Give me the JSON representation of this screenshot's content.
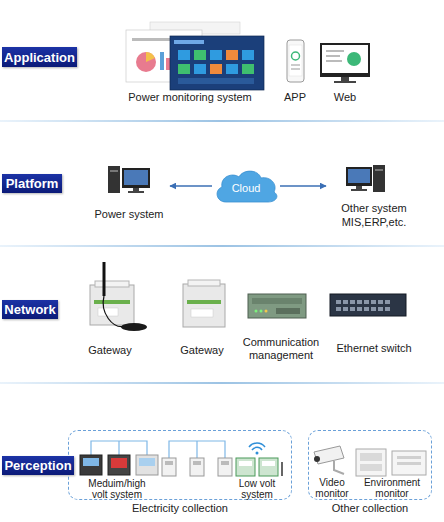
{
  "diagram": {
    "nodes": [
      {
        "text": [
          "Application"
        ]
      },
      {
        "text": [
          "Platform"
        ]
      },
      {
        "text": [
          "Power system"
        ]
      },
      {
        "text": [
          "Cloud"
        ]
      },
      {
        "text": [
          "Other system MIS,ERP,etc."
        ]
      },
      {
        "text": [
          "Network"
        ]
      },
      {
        "text": [
          "Perception"
        ]
      },
      {
        "text": [
          "Electricity collection"
        ]
      },
      {
        "text": [
          "Other collection"
        ]
      }
    ],
    "edges": [
      {
        "from": 3,
        "to": 2,
        "arrow": "to"
      },
      {
        "from": 3,
        "to": 4,
        "arrow": "to"
      }
    ],
    "labels": [
      "Power monitoring system",
      "APP",
      "Web",
      "Gateway",
      "Gateway",
      "Communication management",
      "Ethernet switch",
      "Meduim/high volt system",
      "Low volt system",
      "Video monitor",
      "Environment monitor"
    ]
  }
}
